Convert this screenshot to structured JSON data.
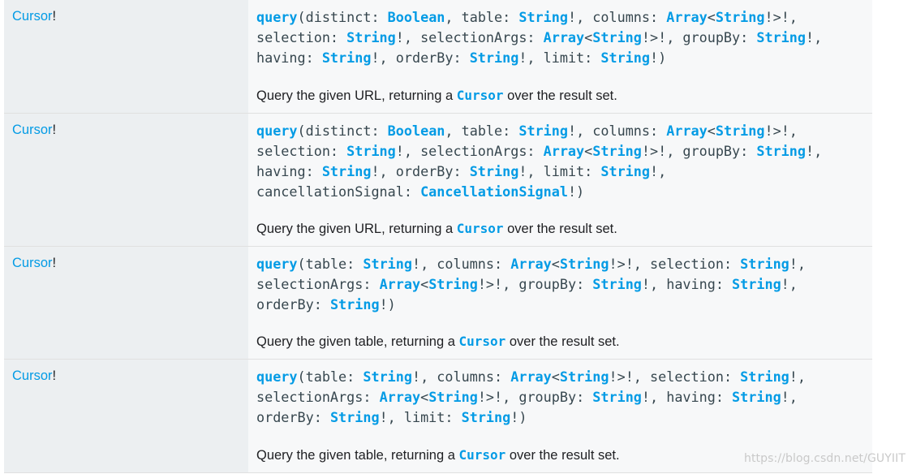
{
  "rows": [
    {
      "return_type": "Cursor",
      "bang": "!",
      "sig_lines": [
        [
          [
            "k",
            "query"
          ],
          [
            "p",
            "(distinct: "
          ],
          [
            "k",
            "Boolean"
          ],
          [
            "p",
            ", table: "
          ],
          [
            "k",
            "String"
          ],
          [
            "p",
            "!, columns: "
          ],
          [
            "k",
            "Array"
          ],
          [
            "p",
            "<"
          ],
          [
            "k",
            "String"
          ],
          [
            "p",
            "!>!,"
          ]
        ],
        [
          [
            "p",
            "selection: "
          ],
          [
            "k",
            "String"
          ],
          [
            "p",
            "!, selectionArgs: "
          ],
          [
            "k",
            "Array"
          ],
          [
            "p",
            "<"
          ],
          [
            "k",
            "String"
          ],
          [
            "p",
            "!>!, groupBy: "
          ],
          [
            "k",
            "String"
          ],
          [
            "p",
            "!,"
          ]
        ],
        [
          [
            "p",
            "having: "
          ],
          [
            "k",
            "String"
          ],
          [
            "p",
            "!, orderBy: "
          ],
          [
            "k",
            "String"
          ],
          [
            "p",
            "!, limit: "
          ],
          [
            "k",
            "String"
          ],
          [
            "p",
            "!)"
          ]
        ]
      ],
      "desc_before": "Query the given URL, returning a ",
      "desc_link": "Cursor",
      "desc_after": " over the result set."
    },
    {
      "return_type": "Cursor",
      "bang": "!",
      "sig_lines": [
        [
          [
            "k",
            "query"
          ],
          [
            "p",
            "(distinct: "
          ],
          [
            "k",
            "Boolean"
          ],
          [
            "p",
            ", table: "
          ],
          [
            "k",
            "String"
          ],
          [
            "p",
            "!, columns: "
          ],
          [
            "k",
            "Array"
          ],
          [
            "p",
            "<"
          ],
          [
            "k",
            "String"
          ],
          [
            "p",
            "!>!,"
          ]
        ],
        [
          [
            "p",
            "selection: "
          ],
          [
            "k",
            "String"
          ],
          [
            "p",
            "!, selectionArgs: "
          ],
          [
            "k",
            "Array"
          ],
          [
            "p",
            "<"
          ],
          [
            "k",
            "String"
          ],
          [
            "p",
            "!>!, groupBy: "
          ],
          [
            "k",
            "String"
          ],
          [
            "p",
            "!,"
          ]
        ],
        [
          [
            "p",
            "having: "
          ],
          [
            "k",
            "String"
          ],
          [
            "p",
            "!, orderBy: "
          ],
          [
            "k",
            "String"
          ],
          [
            "p",
            "!, limit: "
          ],
          [
            "k",
            "String"
          ],
          [
            "p",
            "!,"
          ]
        ],
        [
          [
            "p",
            "cancellationSignal: "
          ],
          [
            "k",
            "CancellationSignal"
          ],
          [
            "p",
            "!)"
          ]
        ]
      ],
      "desc_before": "Query the given URL, returning a ",
      "desc_link": "Cursor",
      "desc_after": " over the result set."
    },
    {
      "return_type": "Cursor",
      "bang": "!",
      "sig_lines": [
        [
          [
            "k",
            "query"
          ],
          [
            "p",
            "(table: "
          ],
          [
            "k",
            "String"
          ],
          [
            "p",
            "!, columns: "
          ],
          [
            "k",
            "Array"
          ],
          [
            "p",
            "<"
          ],
          [
            "k",
            "String"
          ],
          [
            "p",
            "!>!, selection: "
          ],
          [
            "k",
            "String"
          ],
          [
            "p",
            "!,"
          ]
        ],
        [
          [
            "p",
            "selectionArgs: "
          ],
          [
            "k",
            "Array"
          ],
          [
            "p",
            "<"
          ],
          [
            "k",
            "String"
          ],
          [
            "p",
            "!>!, groupBy: "
          ],
          [
            "k",
            "String"
          ],
          [
            "p",
            "!, having: "
          ],
          [
            "k",
            "String"
          ],
          [
            "p",
            "!,"
          ]
        ],
        [
          [
            "p",
            "orderBy: "
          ],
          [
            "k",
            "String"
          ],
          [
            "p",
            "!)"
          ]
        ]
      ],
      "desc_before": "Query the given table, returning a ",
      "desc_link": "Cursor",
      "desc_after": " over the result set."
    },
    {
      "return_type": "Cursor",
      "bang": "!",
      "sig_lines": [
        [
          [
            "k",
            "query"
          ],
          [
            "p",
            "(table: "
          ],
          [
            "k",
            "String"
          ],
          [
            "p",
            "!, columns: "
          ],
          [
            "k",
            "Array"
          ],
          [
            "p",
            "<"
          ],
          [
            "k",
            "String"
          ],
          [
            "p",
            "!>!, selection: "
          ],
          [
            "k",
            "String"
          ],
          [
            "p",
            "!,"
          ]
        ],
        [
          [
            "p",
            "selectionArgs: "
          ],
          [
            "k",
            "Array"
          ],
          [
            "p",
            "<"
          ],
          [
            "k",
            "String"
          ],
          [
            "p",
            "!>!, groupBy: "
          ],
          [
            "k",
            "String"
          ],
          [
            "p",
            "!, having: "
          ],
          [
            "k",
            "String"
          ],
          [
            "p",
            "!,"
          ]
        ],
        [
          [
            "p",
            "orderBy: "
          ],
          [
            "k",
            "String"
          ],
          [
            "p",
            "!, limit: "
          ],
          [
            "k",
            "String"
          ],
          [
            "p",
            "!)"
          ]
        ]
      ],
      "desc_before": "Query the given table, returning a ",
      "desc_link": "Cursor",
      "desc_after": " over the result set."
    }
  ],
  "watermark": "https://blog.csdn.net/GUYIIT",
  "colors": {
    "link": "#039be5",
    "type_col_bg": "#eceff1",
    "method_col_bg": "#f7f8f9",
    "border": "#e0e0e0"
  }
}
